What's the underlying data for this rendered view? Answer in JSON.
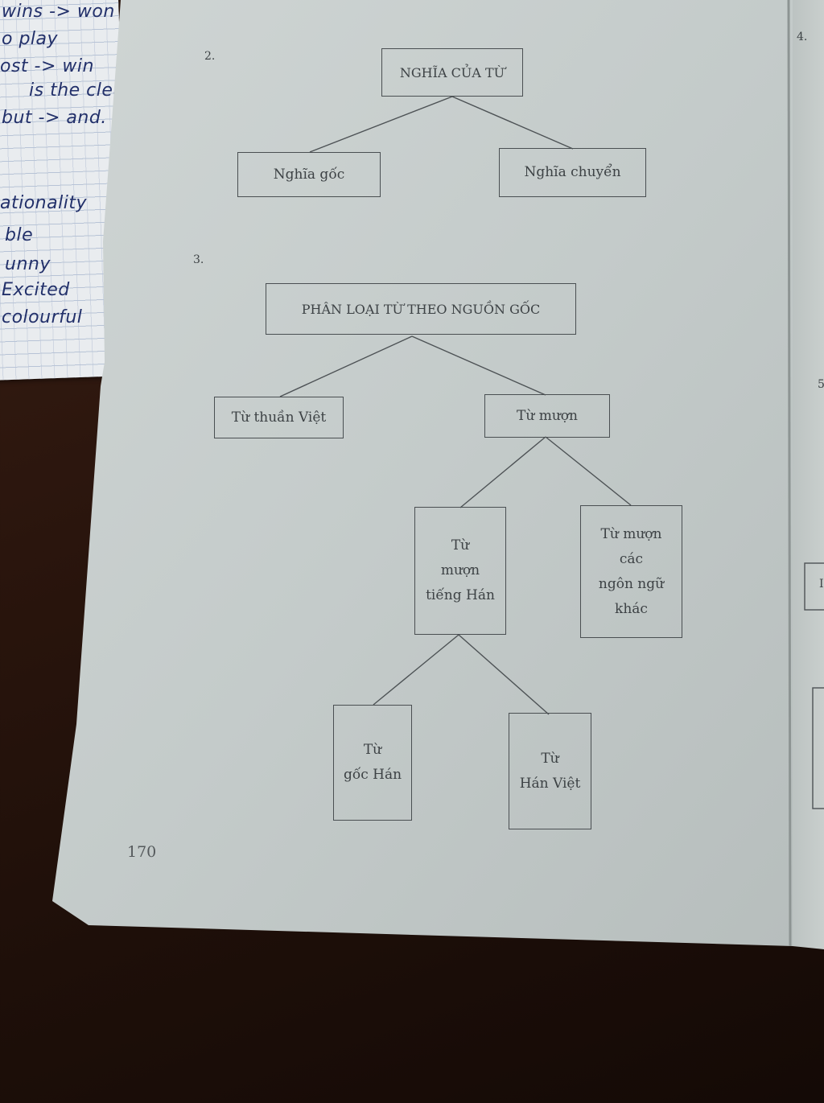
{
  "notebook": {
    "lines": [
      "wins -> won",
      "o play",
      "ost -> win",
      "is the clea",
      "but -> and.",
      "ationality",
      "ble",
      "unny",
      "Excited",
      "colourful"
    ]
  },
  "page": {
    "page_number": "170",
    "right_page_number": "4.",
    "right_edge_mark": "5",
    "right_box_mark": "I"
  },
  "section2": {
    "number": "2.",
    "root": "NGHĨA CỦA TỪ",
    "left": "Nghĩa gốc",
    "right": "Nghĩa chuyển"
  },
  "section3": {
    "number": "3.",
    "root": "PHÂN LOẠI TỪ THEO NGUỒN GỐC",
    "native": "Từ thuần Việt",
    "borrowed": "Từ mượn",
    "han_lines": [
      "Từ",
      "mượn",
      "tiếng Hán"
    ],
    "other_lines": [
      "Từ mượn",
      "các",
      "ngôn ngữ",
      "khác"
    ],
    "goc_han_lines": [
      "Từ",
      "gốc Hán"
    ],
    "han_viet_lines": [
      "Từ",
      "Hán Việt"
    ]
  }
}
